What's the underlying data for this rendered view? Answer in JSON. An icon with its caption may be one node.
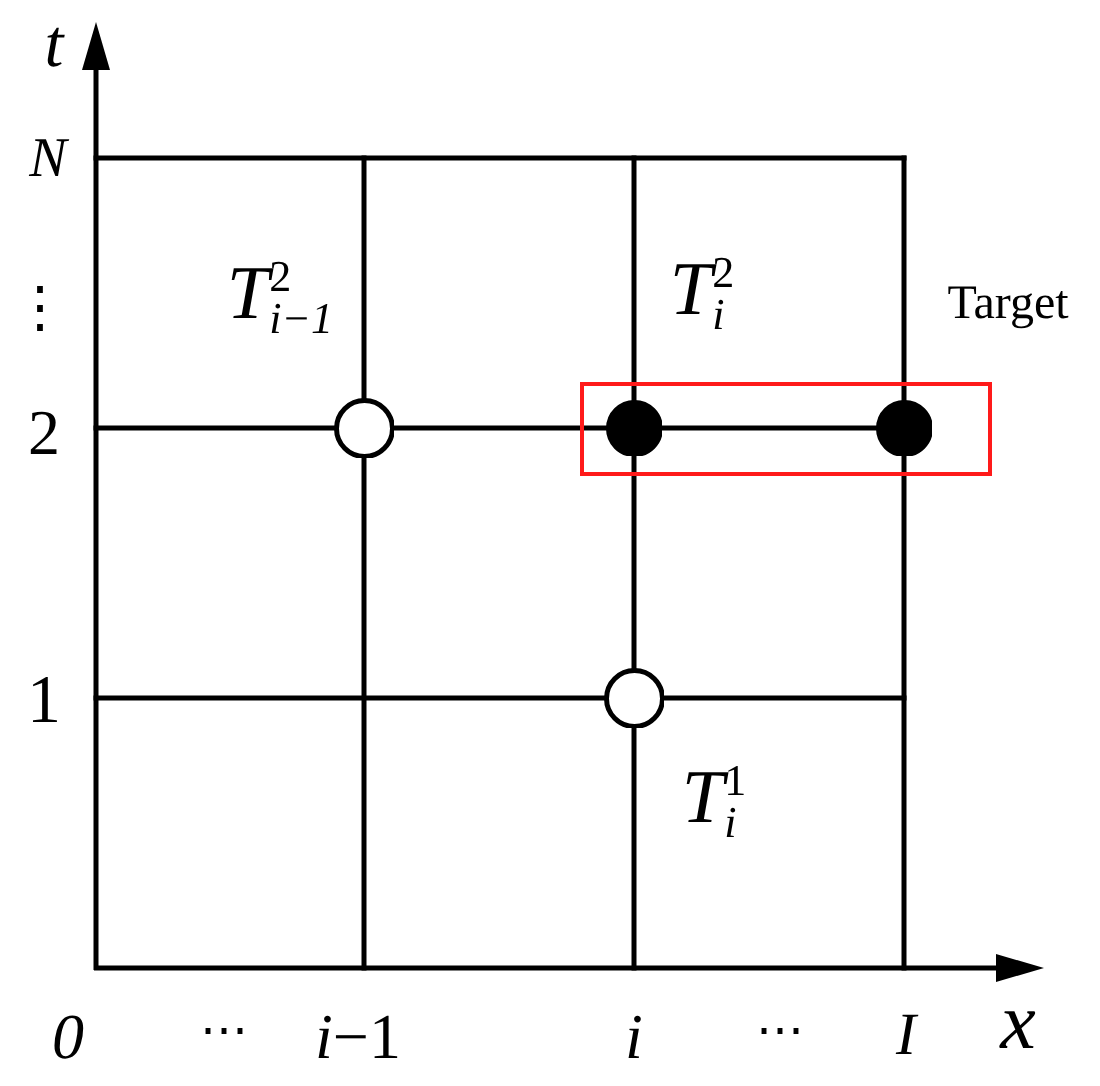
{
  "diagram": {
    "nodes": [
      {
        "text": [],
        "shape": "circle",
        "beside": [
          "*T*$_{i−1}$$^{2}$"
        ]
      },
      {
        "text": [
          "Target"
        ]
      },
      {
        "text": [],
        "shape": "circle",
        "in": 1,
        "beside": [
          "*T*$_{i}$$^{2}$"
        ]
      },
      {
        "text": [],
        "shape": "circle",
        "in": 1
      },
      {
        "text": [],
        "shape": "circle",
        "beside": [
          "*T*$_{i}$$^{1}$"
        ]
      }
    ],
    "labels": [
      "t",
      "N",
      "⋮",
      "2",
      "1",
      "0",
      "⋯",
      "*i*−1",
      "i",
      "⋯",
      "I",
      "x"
    ]
  }
}
